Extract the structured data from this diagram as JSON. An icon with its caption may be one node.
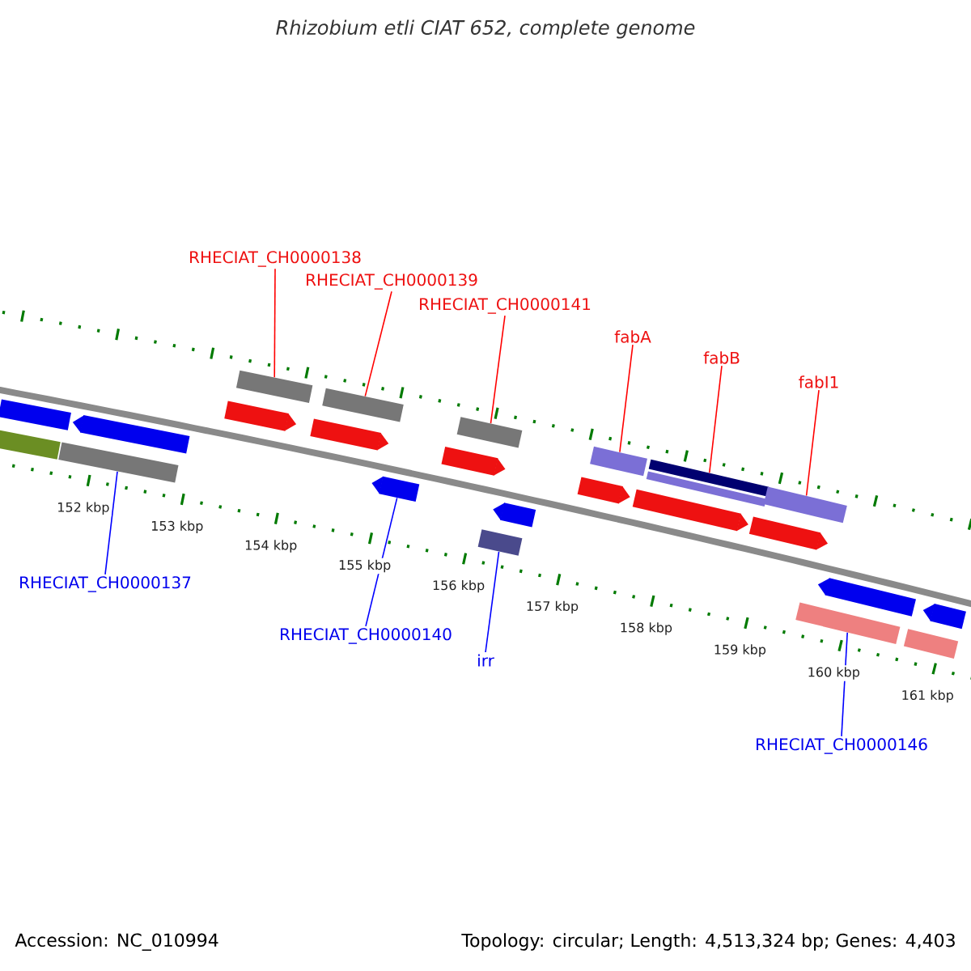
{
  "diagram": {
    "title": "Rhizobium etli CIAT 652, complete genome",
    "nodes": [
      {
        "text": [
          "RHECIAT_CH0000138"
        ]
      },
      {
        "text": [
          "RHECIAT_CH0000139"
        ]
      },
      {
        "text": [
          "RHECIAT_CH0000141"
        ]
      },
      {
        "text": [
          "fabA"
        ]
      },
      {
        "text": [
          "fabB"
        ]
      },
      {
        "text": [
          "fabI1"
        ]
      },
      {
        "text": [
          "RHECIAT_CH0000137"
        ]
      },
      {
        "text": [
          "RHECIAT_CH0000140"
        ]
      },
      {
        "text": [
          "irr"
        ]
      },
      {
        "text": [
          "RHECIAT_CH0000146"
        ]
      },
      {
        "text": [],
        "shape": "box"
      },
      {
        "text": [],
        "shape": "box"
      },
      {
        "text": [],
        "shape": "box"
      },
      {
        "text": [],
        "shape": "arrow"
      },
      {
        "text": [],
        "shape": "arrow"
      },
      {
        "text": [],
        "shape": "box"
      },
      {
        "text": [],
        "shape": "arrow"
      },
      {
        "text": [],
        "shape": "box"
      },
      {
        "text": [],
        "shape": "arrow"
      },
      {
        "text": [],
        "shape": "arrow"
      },
      {
        "text": [],
        "shape": "box"
      },
      {
        "text": [],
        "shape": "box"
      },
      {
        "text": [],
        "shape": "arrow"
      },
      {
        "text": [],
        "shape": "arrow"
      },
      {
        "text": [],
        "shape": "box"
      },
      {
        "text": [],
        "shape": "arrow"
      },
      {
        "text": [],
        "shape": "box"
      },
      {
        "text": [],
        "shape": "box"
      },
      {
        "text": [],
        "shape": "arrow"
      },
      {
        "text": [],
        "shape": "box"
      },
      {
        "text": [],
        "shape": "box"
      },
      {
        "text": [],
        "shape": "arrow"
      },
      {
        "text": [],
        "shape": "box"
      },
      {
        "text": [],
        "shape": "arrow"
      }
    ],
    "edges": [
      {
        "from": 0,
        "to": 15,
        "arrow": "none"
      },
      {
        "from": 1,
        "to": 17,
        "arrow": "none"
      },
      {
        "from": 2,
        "to": 20,
        "arrow": "none"
      },
      {
        "from": 3,
        "to": 24,
        "arrow": "none"
      },
      {
        "from": 4,
        "to": 26,
        "arrow": "none"
      },
      {
        "from": 5,
        "to": 29,
        "arrow": "none"
      },
      {
        "from": 6,
        "to": 12,
        "arrow": "none",
        "color": "#0000ff"
      },
      {
        "from": 7,
        "to": 18,
        "arrow": "none",
        "color": "#0000ff"
      },
      {
        "from": 8,
        "to": 21,
        "arrow": "none",
        "color": "#0000ff"
      },
      {
        "from": 9,
        "to": 30,
        "arrow": "none",
        "color": "#0000ff"
      }
    ],
    "labels": [
      "152 kbp",
      "153 kbp",
      "154 kbp",
      "155 kbp",
      "156 kbp",
      "157 kbp",
      "158 kbp",
      "159 kbp",
      "160 kbp",
      "161 kbp",
      "Accession: NC_010994",
      "Topology: circular; Length: 4,513,324 bp; Genes: 4,403"
    ]
  }
}
